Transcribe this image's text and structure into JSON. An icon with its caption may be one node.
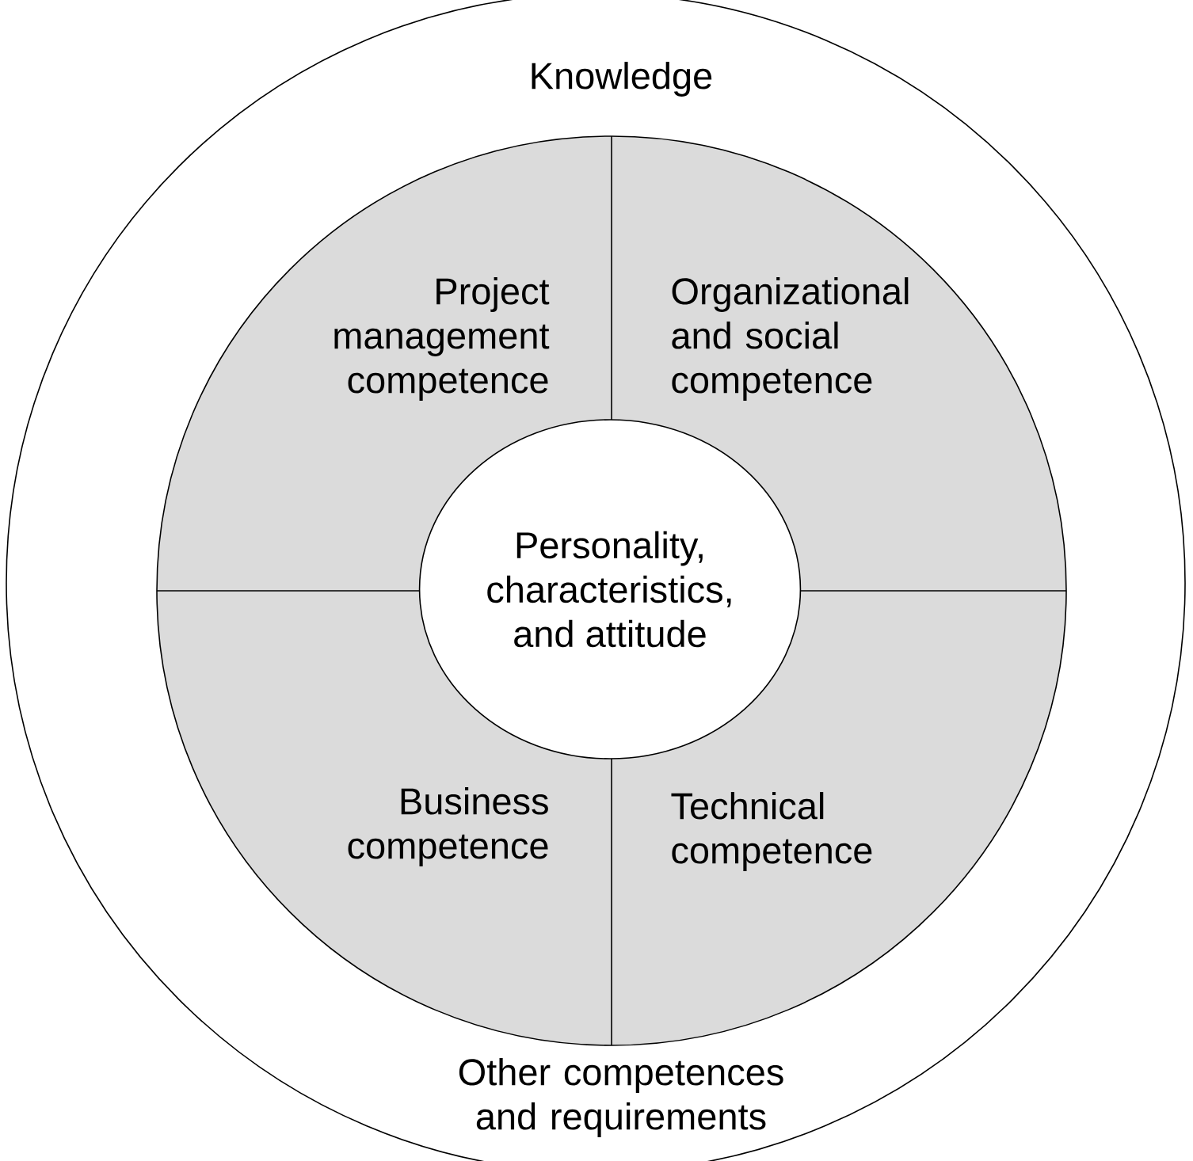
{
  "diagram": {
    "nodes": [
      {
        "text": [
          "Knowledge",
          "Other competences and requirements"
        ]
      },
      {
        "text": [],
        "shape": "circle",
        "in": 0
      },
      {
        "text": [
          "Project management competence"
        ],
        "in": 1
      },
      {
        "text": [
          "Organizational and social competence"
        ],
        "in": 1
      },
      {
        "text": [
          "Personality, characteristics, and attitude"
        ],
        "in": 1
      },
      {
        "text": [
          "Business competence"
        ],
        "in": 1
      },
      {
        "text": [
          "Technical competence"
        ],
        "in": 1
      }
    ]
  }
}
